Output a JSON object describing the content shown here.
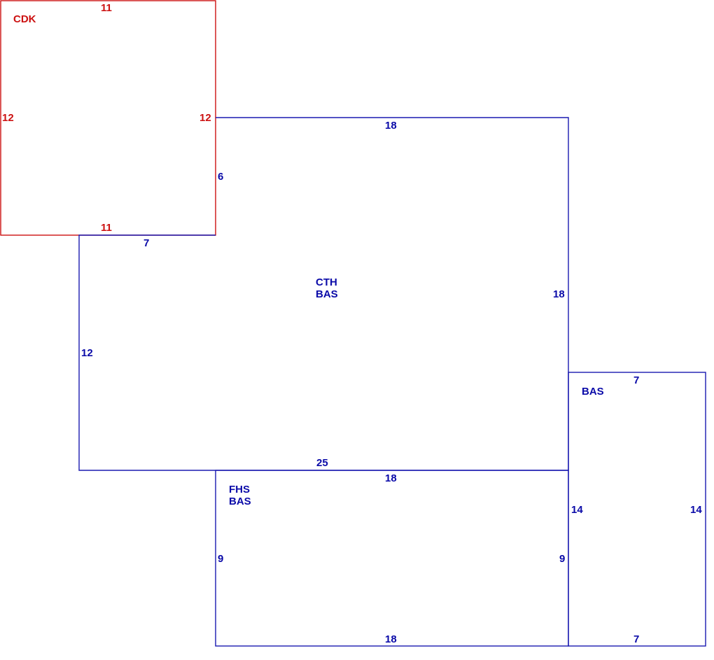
{
  "colors": {
    "cdk": "#cc1111",
    "main": "#0a0aa8"
  },
  "areas": {
    "cdk": {
      "code": "CDK"
    },
    "main": {
      "code1": "CTH",
      "code2": "BAS"
    },
    "right": {
      "code": "BAS"
    },
    "lower": {
      "code1": "FHS",
      "code2": "BAS"
    }
  },
  "dims": {
    "cdk_top": "11",
    "cdk_left": "12",
    "cdk_right": "12",
    "cdk_bottom": "11",
    "main_top": "18",
    "main_notch": "6",
    "main_ledge": "7",
    "main_left": "12",
    "main_right": "18",
    "main_bottom": "25",
    "right_top": "7",
    "right_left": "14",
    "right_right": "14",
    "right_bottom": "7",
    "lower_top": "18",
    "lower_left": "9",
    "lower_right": "9",
    "lower_bottom": "18"
  }
}
